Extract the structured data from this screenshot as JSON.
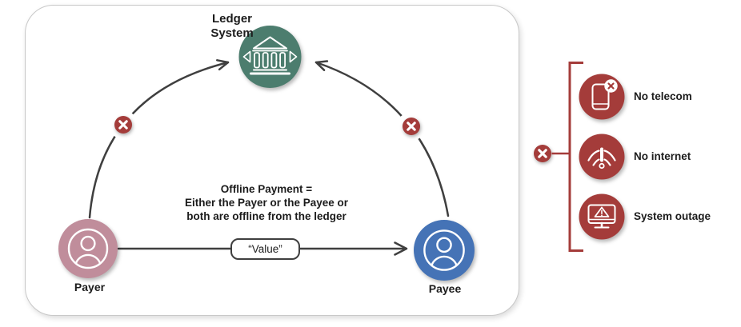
{
  "diagram": {
    "ledger": {
      "label_line1": "Ledger",
      "label_line2": "System",
      "icon": "bank-icon"
    },
    "payer": {
      "label": "Payer",
      "icon": "user-icon"
    },
    "payee": {
      "label": "Payee",
      "icon": "user-icon"
    },
    "note_line1": "Offline Payment =",
    "note_line2": "Either the Payer or the Payee or",
    "note_line3": "both are offline from the ledger",
    "value_label": "“Value”",
    "offline_marker_icon": "x-circle-icon"
  },
  "legend": {
    "marker_icon": "x-circle-icon",
    "items": [
      {
        "icon": "phone-no-telecom-icon",
        "label": "No telecom"
      },
      {
        "icon": "wifi-no-internet-icon",
        "label": "No internet"
      },
      {
        "icon": "monitor-system-outage-icon",
        "label": "System outage"
      }
    ]
  },
  "colors": {
    "ledger_green": "#4C7D6E",
    "payer_rose": "#C08D9B",
    "payee_blue": "#4573B6",
    "alert_red": "#A43C3A",
    "arrow_gray": "#3F3F3F"
  }
}
